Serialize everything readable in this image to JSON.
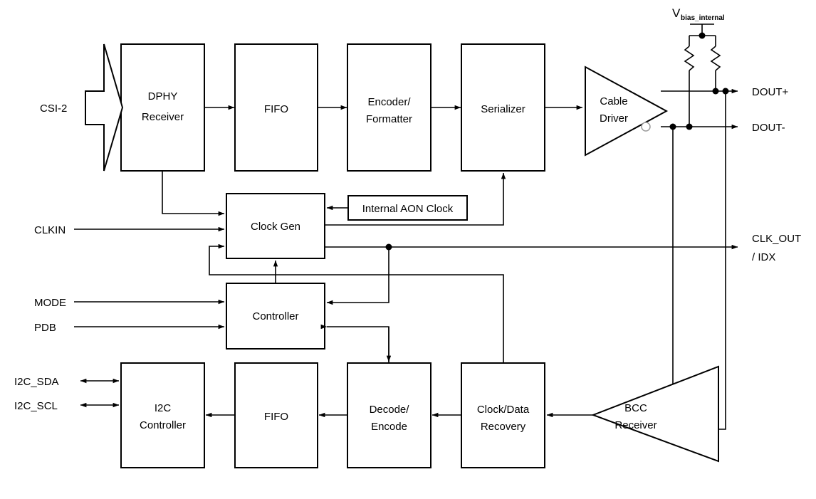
{
  "diagram": {
    "title": "Serializer block diagram",
    "colors": {
      "stroke": "#000000",
      "fill": "#ffffff",
      "bubble_stroke": "#9a9a9a"
    },
    "blocks": [
      {
        "id": "dphy-receiver",
        "lines": [
          "DPHY",
          "Receiver"
        ]
      },
      {
        "id": "fifo-tx",
        "lines": [
          "FIFO"
        ]
      },
      {
        "id": "encoder-formatter",
        "lines": [
          "Encoder/",
          "Formatter"
        ]
      },
      {
        "id": "serializer",
        "lines": [
          "Serializer"
        ]
      },
      {
        "id": "clock-gen",
        "lines": [
          "Clock Gen"
        ]
      },
      {
        "id": "internal-aon-clock",
        "lines": [
          "Internal AON Clock"
        ]
      },
      {
        "id": "controller",
        "lines": [
          "Controller"
        ]
      },
      {
        "id": "i2c-controller",
        "lines": [
          "I2C",
          "Controller"
        ]
      },
      {
        "id": "fifo-rx",
        "lines": [
          "FIFO"
        ]
      },
      {
        "id": "decode-encode",
        "lines": [
          "Decode/",
          "Encode"
        ]
      },
      {
        "id": "clock-data-recovery",
        "lines": [
          "Clock/Data",
          "Recovery"
        ]
      }
    ],
    "amplifiers": [
      {
        "id": "cable-driver",
        "lines": [
          "Cable",
          "Driver"
        ],
        "direction": "right",
        "inverting_bubble": true
      },
      {
        "id": "bcc-receiver",
        "lines": [
          "BCC",
          "Receiver"
        ],
        "direction": "left",
        "inverting_bubble": false
      }
    ],
    "io_labels": [
      {
        "id": "csi-2",
        "text": "CSI-2",
        "side": "left",
        "kind": "bus-in"
      },
      {
        "id": "clkin",
        "text": "CLKIN",
        "side": "left",
        "kind": "in"
      },
      {
        "id": "mode",
        "text": "MODE",
        "side": "left",
        "kind": "in"
      },
      {
        "id": "pdb",
        "text": "PDB",
        "side": "left",
        "kind": "in"
      },
      {
        "id": "i2c-sda",
        "text": "I2C_SDA",
        "side": "left",
        "kind": "bidir"
      },
      {
        "id": "i2c-scl",
        "text": "I2C_SCL",
        "side": "left",
        "kind": "bidir"
      },
      {
        "id": "dout-plus",
        "text": "DOUT+",
        "side": "right",
        "kind": "out"
      },
      {
        "id": "dout-minus",
        "text": "DOUT-",
        "side": "right",
        "kind": "out"
      },
      {
        "id": "clk-out",
        "text": "CLK_OUT",
        "side": "right",
        "kind": "out"
      },
      {
        "id": "idx",
        "text": "/ IDX",
        "side": "right",
        "kind": "out"
      }
    ],
    "supply": {
      "id": "vbias-internal",
      "symbol": "V",
      "subscript": "bias_internal",
      "resistor_count": 2
    }
  }
}
